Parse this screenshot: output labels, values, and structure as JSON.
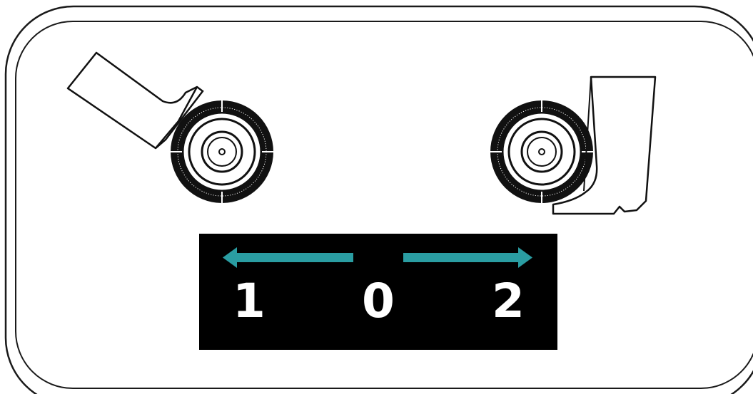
{
  "colors": {
    "background": "#ffffff",
    "outline": "#1a1a1a",
    "panel": "#000000",
    "arrow": "#2a9da2",
    "number_text": "#ffffff"
  },
  "icons": {
    "left_wheel": "caster-wheel-icon",
    "right_wheel": "caster-wheel-icon",
    "left_boot": "boot-pressing-icon",
    "right_boot": "boot-standing-icon",
    "left_arrow": "arrow-left-icon",
    "right_arrow": "arrow-right-icon"
  },
  "positions": {
    "left": "1",
    "center": "0",
    "right": "2"
  }
}
